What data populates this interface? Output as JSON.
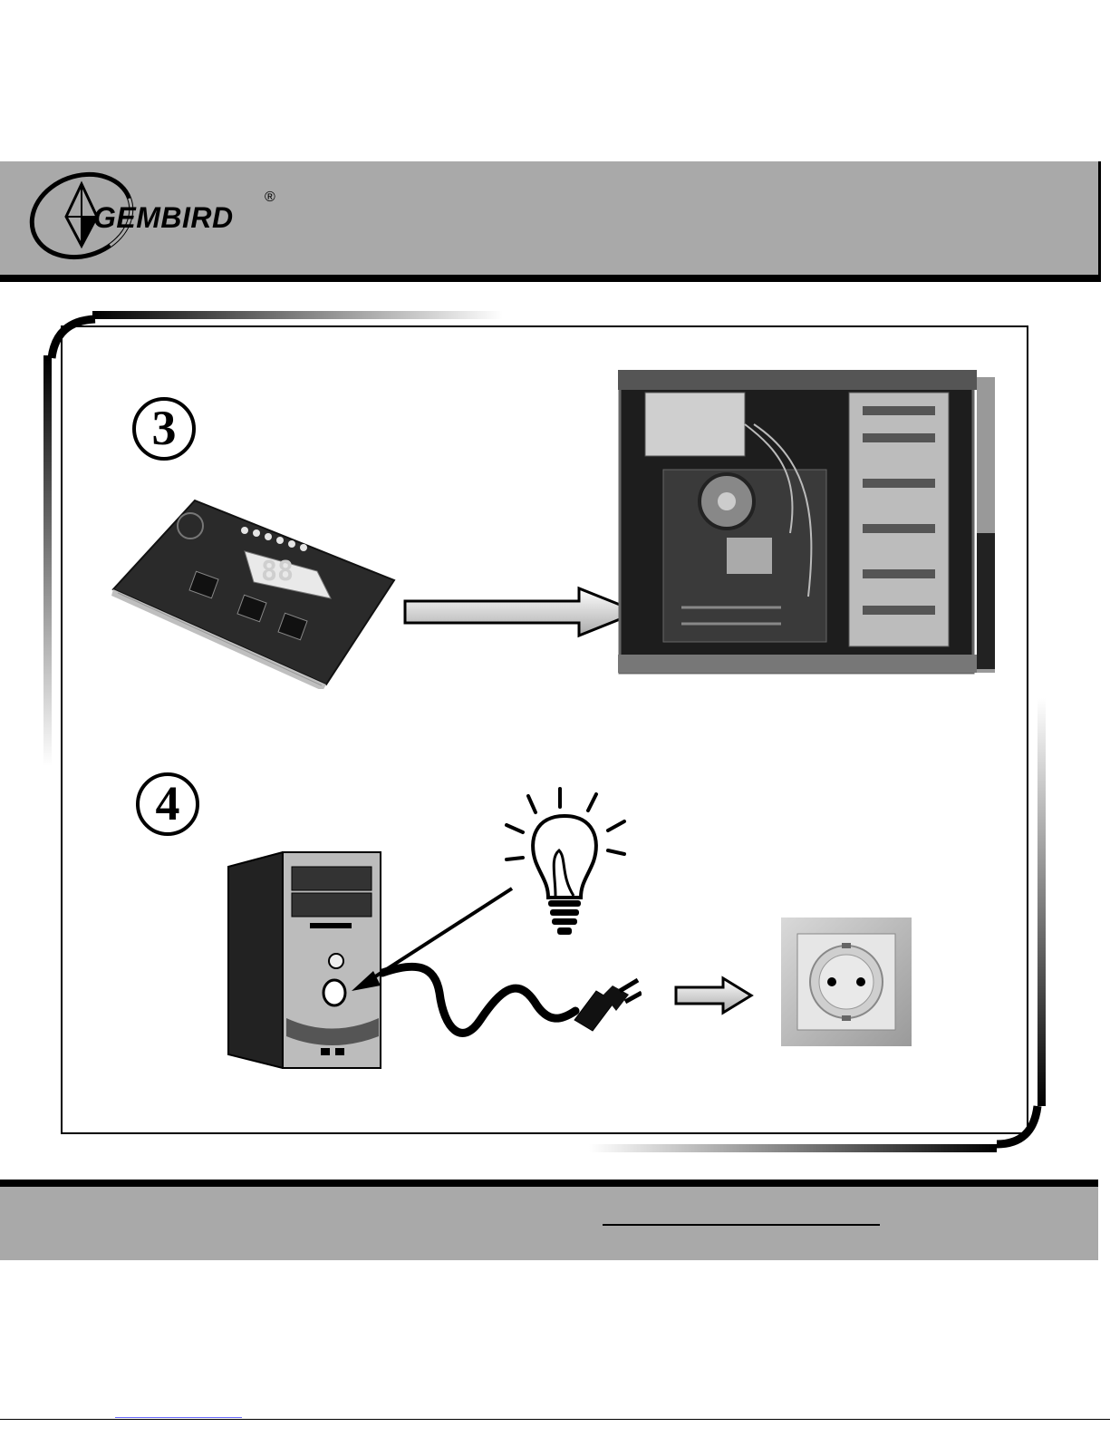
{
  "header": {
    "brand": "GEMBIRD",
    "registered_mark": "®"
  },
  "steps": [
    {
      "number": "3"
    },
    {
      "number": "4"
    }
  ],
  "icons": {
    "logo": "gembird-logo-icon",
    "diagnostic_card": "pci-post-card-icon",
    "computer_case": "open-computer-case-icon",
    "arrow": "arrow-right-icon",
    "pc_tower": "pc-tower-icon",
    "light_bulb": "light-bulb-icon",
    "power_plug": "power-plug-icon",
    "wall_socket": "wall-socket-icon"
  },
  "colors": {
    "band_gray": "#a9a9a9",
    "ink": "#000000"
  }
}
